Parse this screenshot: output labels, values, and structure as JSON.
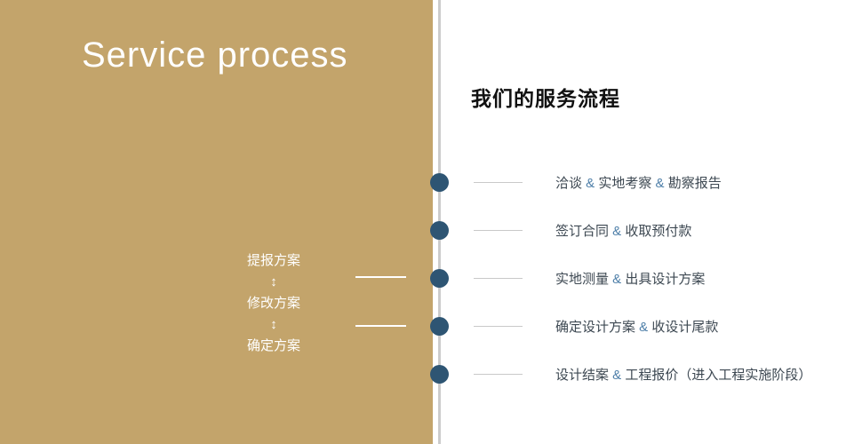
{
  "colors": {
    "gold_panel": "#c3a46b",
    "bullet_navy": "#2e5573",
    "amp_blue": "#4d7ea8",
    "item_text": "#3d4852",
    "divider": "#cccccc"
  },
  "left_panel": {
    "title": "Service process",
    "steps": [
      {
        "label": "提报方案"
      },
      {
        "label": "修改方案"
      },
      {
        "label": "确定方案"
      }
    ],
    "arrow": "↕"
  },
  "right_panel": {
    "heading": "我们的服务流程"
  },
  "timeline": {
    "items": [
      {
        "text": "洽谈 & 实地考察 & 勘察报告"
      },
      {
        "text": "签订合同 & 收取预付款"
      },
      {
        "text": "实地测量 & 出具设计方案"
      },
      {
        "text": "确定设计方案 & 收设计尾款"
      },
      {
        "text": "设计结案 & 工程报价（进入工程实施阶段）"
      }
    ]
  }
}
